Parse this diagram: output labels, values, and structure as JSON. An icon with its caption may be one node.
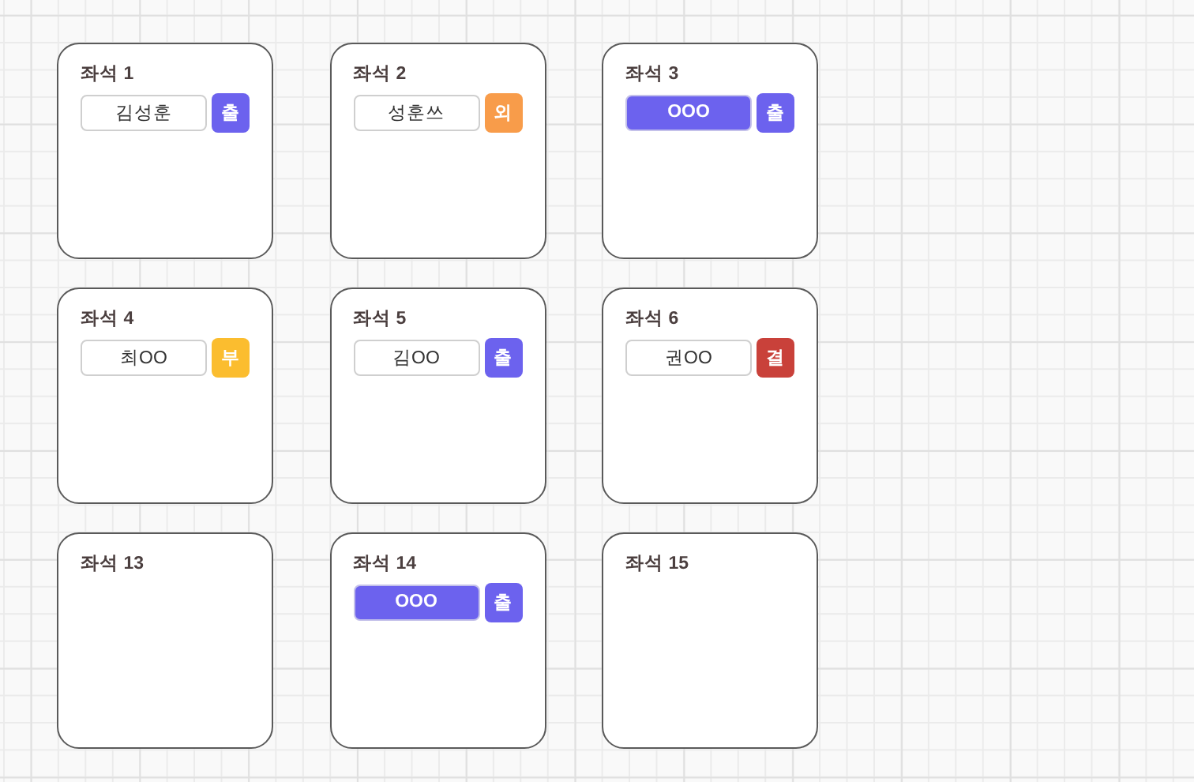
{
  "diagram": {
    "nodes": [
      {
        "text": [
          "좌석 1"
        ]
      },
      {
        "text": [
          "김성훈"
        ],
        "in": 0
      },
      {
        "text": [
          "출"
        ],
        "in": 0
      },
      {
        "text": [
          "좌석 2"
        ]
      },
      {
        "text": [
          "성훈쓰"
        ],
        "in": 3
      },
      {
        "text": [
          "외"
        ],
        "in": 3
      },
      {
        "text": [
          "좌석 3"
        ]
      },
      {
        "text": [
          "OOO"
        ],
        "in": 6
      },
      {
        "text": [
          "출"
        ],
        "in": 6
      },
      {
        "text": [
          "좌석 4"
        ]
      },
      {
        "text": [
          "최OO"
        ],
        "in": 9
      },
      {
        "text": [
          "부"
        ],
        "in": 9
      },
      {
        "text": [
          "좌석 5"
        ]
      },
      {
        "text": [
          "김OO"
        ],
        "in": 12
      },
      {
        "text": [
          "출"
        ],
        "in": 12
      },
      {
        "text": [
          "좌석 6"
        ]
      },
      {
        "text": [
          "권OO"
        ],
        "in": 15
      },
      {
        "text": [
          "결"
        ],
        "in": 15
      },
      {
        "text": [
          "좌석 13"
        ]
      },
      {
        "text": [
          "좌석 14"
        ]
      },
      {
        "text": [
          "OOO"
        ],
        "in": 19
      },
      {
        "text": [
          "출"
        ],
        "in": 19
      },
      {
        "text": [
          "좌석 15"
        ]
      }
    ]
  }
}
